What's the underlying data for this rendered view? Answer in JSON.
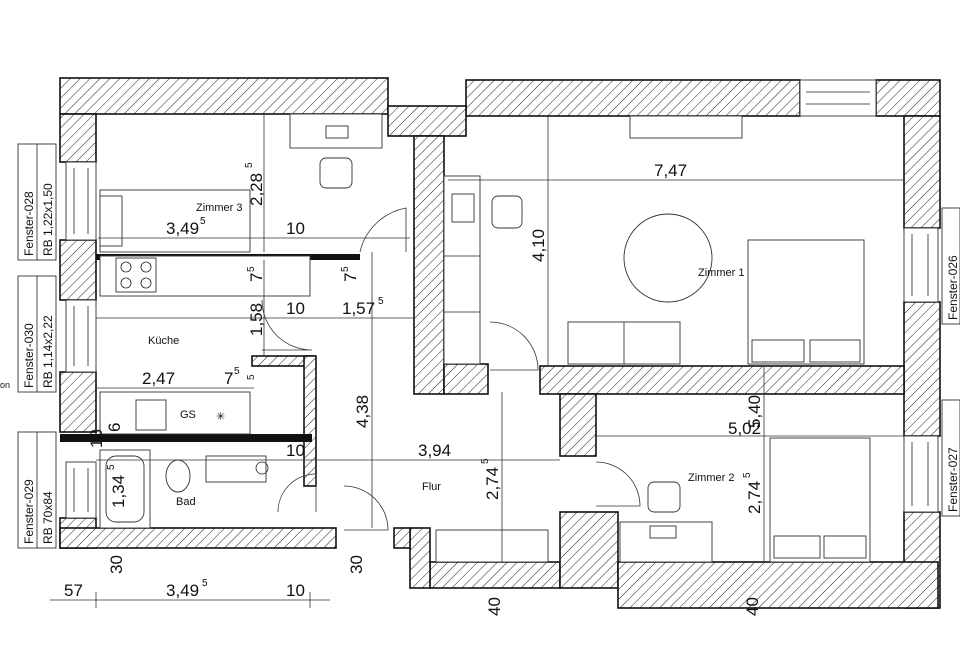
{
  "rooms": {
    "zimmer3": "Zimmer 3",
    "zimmer1": "Zimmer 1",
    "zimmer2": "Zimmer 2",
    "kueche": "Küche",
    "bad": "Bad",
    "flur": "Flur",
    "gs": "GS"
  },
  "windows": {
    "f028_name": "Fenster-028",
    "f028_spec": "RB  1,22x1,50",
    "f030_name": "Fenster-030",
    "f030_spec": "RB  1,14x2,22",
    "f029_name": "Fenster-029",
    "f029_spec": "RB  70x84",
    "f026_name": "Fenster-026",
    "f027_name": "Fenster-027",
    "left_cut": "on"
  },
  "dimensions": {
    "z3_height": "2,28",
    "z3_height_sup": "5",
    "z3_width": "3,49",
    "z3_width_sup": "5",
    "z1_width": "7,47",
    "z1_height": "4,10",
    "wall_10_a": "10",
    "wall_7_a": "7",
    "wall_7_a_sup": "5",
    "wall_7_b": "7",
    "wall_7_b_sup": "5",
    "k_height": "1,58",
    "wall_10_b": "10",
    "corridor_w": "1,57",
    "corridor_w_sup": "5",
    "k_width": "2,47",
    "wall_7_c": "7",
    "wall_7_c_sup": "5",
    "wall_7_d_sup": "5",
    "hall_len": "4,38",
    "wall_18": "18",
    "wall_6": "6",
    "wall_10_c": "10",
    "hall_w": "3,94",
    "bad_height": "1,34",
    "bad_height_sup": "5",
    "flur_height": "2,74",
    "flur_height_sup": "5",
    "z2_width": "5,02",
    "z2_gap": "5,40",
    "z2_height": "2,74",
    "z2_height_sup": "5",
    "bottom_30_a": "30",
    "bottom_30_b": "30",
    "bottom_57": "57",
    "bottom_width": "3,49",
    "bottom_width_sup": "5",
    "bottom_10": "10",
    "bottom_40_a": "40",
    "bottom_40_b": "40"
  }
}
